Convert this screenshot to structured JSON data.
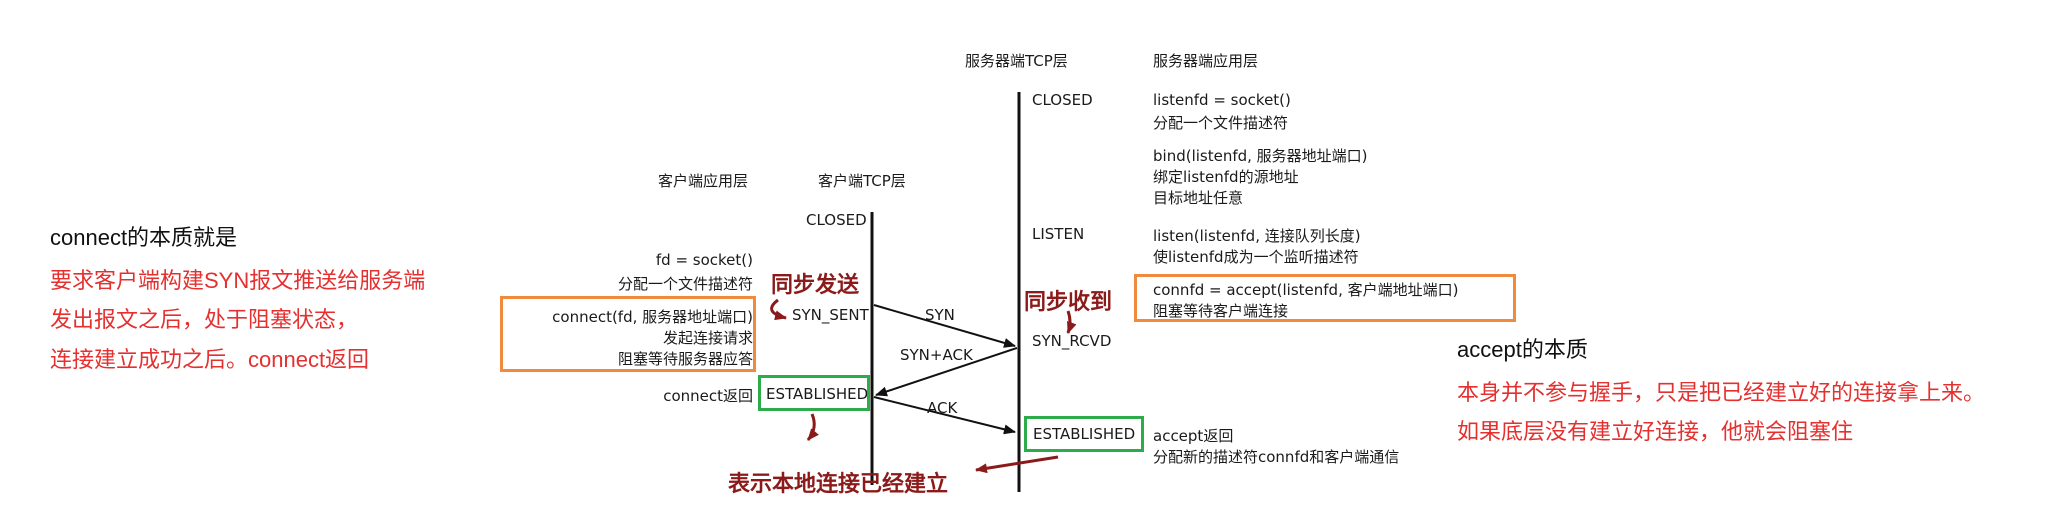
{
  "colors": {
    "orange_box": "#f08a3c",
    "green_box": "#2eab4a",
    "annotation": "#8b1a1a",
    "red_text": "#e53030",
    "line": "#111111"
  },
  "headers": {
    "client_app": "客户端应用层",
    "client_tcp": "客户端TCP层",
    "server_tcp": "服务器端TCP层",
    "server_app": "服务器端应用层"
  },
  "client": {
    "closed": "CLOSED",
    "syn_sent": "SYN_SENT",
    "established": "ESTABLISHED",
    "socket_call": "fd = socket()",
    "socket_desc": "分配一个文件描述符",
    "connect_call": "connect(fd, 服务器地址端口)",
    "connect_desc1": "发起连接请求",
    "connect_desc2": "阻塞等待服务器应答",
    "connect_return": "connect返回"
  },
  "server": {
    "closed": "CLOSED",
    "listen": "LISTEN",
    "syn_rcvd": "SYN_RCVD",
    "established": "ESTABLISHED",
    "socket_call": "listenfd = socket()",
    "socket_desc": "分配一个文件描述符",
    "bind_call": "bind(listenfd, 服务器地址端口)",
    "bind_desc1": "绑定listenfd的源地址",
    "bind_desc2": "目标地址任意",
    "listen_call": "listen(listenfd, 连接队列长度)",
    "listen_desc": "使listenfd成为一个监听描述符",
    "accept_call": "connfd = accept(listenfd, 客户端地址端口)",
    "accept_desc": "阻塞等待客户端连接",
    "accept_return": "accept返回",
    "accept_return_desc": "分配新的描述符connfd和客户端通信"
  },
  "messages": {
    "syn": "SYN",
    "syn_ack": "SYN+ACK",
    "ack": "ACK"
  },
  "annotations": {
    "sync_send": "同步发送",
    "sync_recv": "同步收到",
    "local_established": "表示本地连接已经建立"
  },
  "left_note": {
    "title": "connect的本质就是",
    "line1": "要求客户端构建SYN报文推送给服务端",
    "line2": "发出报文之后，处于阻塞状态，",
    "line3": "连接建立成功之后。connect返回"
  },
  "right_note": {
    "title": "accept的本质",
    "line1": "本身并不参与握手，只是把已经建立好的连接拿上来。",
    "line2": "如果底层没有建立好连接，他就会阻塞住"
  }
}
